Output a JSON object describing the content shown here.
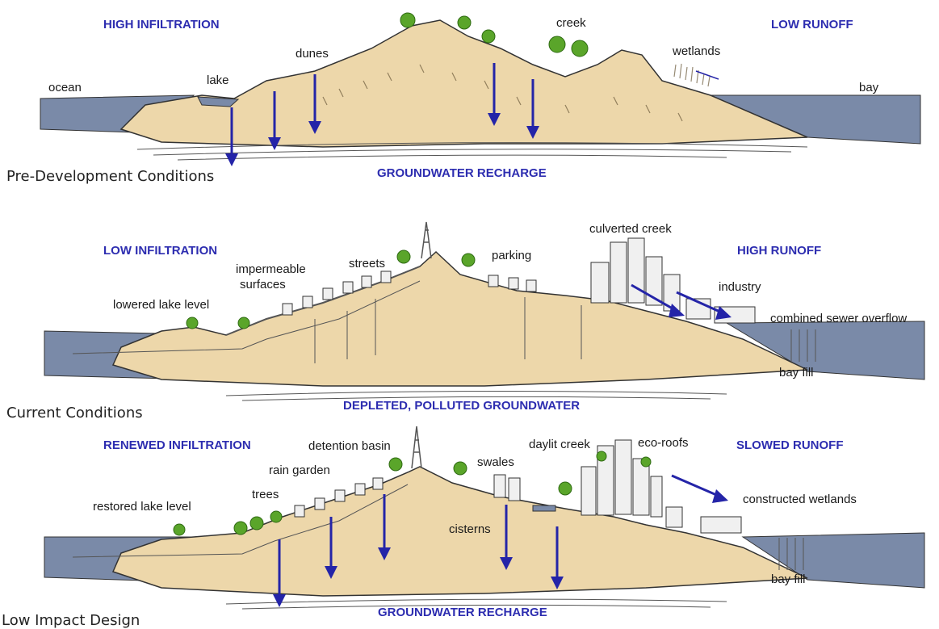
{
  "panels": [
    {
      "id": "pre",
      "caption": "Pre-Development Conditions",
      "headings": {
        "left": "HIGH INFILTRATION",
        "right": "LOW RUNOFF",
        "bottom": "GROUNDWATER RECHARGE"
      },
      "labels": {
        "ocean": "ocean",
        "lake": "lake",
        "dunes": "dunes",
        "creek": "creek",
        "wetlands": "wetlands",
        "bay": "bay"
      }
    },
    {
      "id": "current",
      "caption": "Current Conditions",
      "headings": {
        "left": "LOW INFILTRATION",
        "right": "HIGH RUNOFF",
        "bottom": "DEPLETED, POLLUTED GROUNDWATER"
      },
      "labels": {
        "lowered_lake": "lowered lake level",
        "impermeable": "impermeable",
        "surfaces": "surfaces",
        "streets": "streets",
        "parking": "parking",
        "culverted_creek": "culverted creek",
        "industry": "industry",
        "combined_sewer": "combined sewer overflow",
        "bay_fill": "bay fill"
      }
    },
    {
      "id": "lid",
      "caption": "Low Impact Design",
      "headings": {
        "left": "RENEWED INFILTRATION",
        "right": "SLOWED RUNOFF",
        "bottom": "GROUNDWATER RECHARGE"
      },
      "labels": {
        "restored_lake": "restored lake level",
        "trees": "trees",
        "rain_garden": "rain garden",
        "detention_basin": "detention basin",
        "swales": "swales",
        "daylit_creek": "daylit creek",
        "eco_roofs": "eco-roofs",
        "constructed_wetlands": "constructed wetlands",
        "cisterns": "cisterns",
        "bay_fill": "bay fill"
      }
    }
  ],
  "colors": {
    "heading": "#2d2db0",
    "arrow": "#2424a8",
    "earth": "#edd7aa",
    "water": "#7a8aa8",
    "tree": "#5aa52a"
  }
}
